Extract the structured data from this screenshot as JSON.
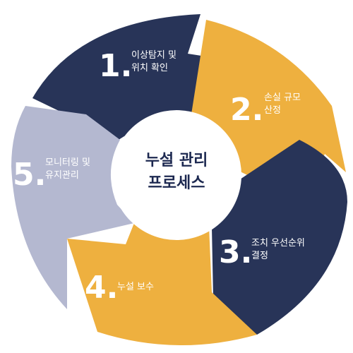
{
  "center": {
    "line1": "누설 관리",
    "line2": "프로세스"
  },
  "steps": [
    {
      "number": "1.",
      "line1": "이상탐지 및",
      "line2": "위치 확인",
      "color": "#283458"
    },
    {
      "number": "2.",
      "line1": "손실 규모",
      "line2": "산정",
      "color": "#eeb03f"
    },
    {
      "number": "3.",
      "line1": "조치 우선순위",
      "line2": "결정",
      "color": "#283458"
    },
    {
      "number": "4.",
      "line1": "누설 보수",
      "line2": "",
      "color": "#eeb03f"
    },
    {
      "number": "5.",
      "line1": "모니터링 및",
      "line2": "유지관리",
      "color": "#b4b8d0"
    }
  ]
}
